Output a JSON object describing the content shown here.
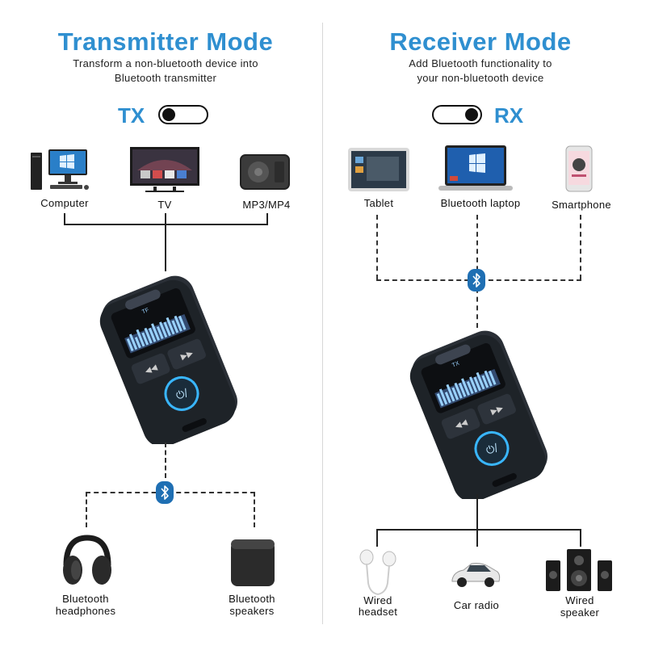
{
  "transmitter": {
    "title": "Transmitter Mode",
    "subtitle_line1": "Transform a non-bluetooth device into",
    "subtitle_line2": "Bluetooth transmitter",
    "mode_label": "TX",
    "sources": [
      {
        "label": "Computer",
        "icon": "desktop-computer-icon"
      },
      {
        "label": "TV",
        "icon": "tv-icon"
      },
      {
        "label": "MP3/MP4",
        "icon": "mp3-player-icon"
      }
    ],
    "outputs": [
      {
        "line1": "Bluetooth",
        "line2": "headphones",
        "icon": "headphones-icon"
      },
      {
        "line1": "Bluetooth",
        "line2": "speakers",
        "icon": "speaker-icon"
      }
    ]
  },
  "receiver": {
    "title": "Receiver Mode",
    "subtitle_line1": "Add Bluetooth functionality to",
    "subtitle_line2": "your non-bluetooth device",
    "mode_label": "RX",
    "sources": [
      {
        "label": "Tablet",
        "icon": "tablet-icon"
      },
      {
        "label": "Bluetooth laptop",
        "icon": "laptop-icon"
      },
      {
        "label": "Smartphone",
        "icon": "smartphone-icon"
      }
    ],
    "outputs": [
      {
        "line1": "Wired",
        "line2": "headset",
        "icon": "earphones-icon"
      },
      {
        "line1": "Car radio",
        "line2": "",
        "icon": "car-icon"
      },
      {
        "line1": "Wired",
        "line2": "speaker",
        "icon": "speaker-system-icon"
      }
    ]
  },
  "device_screen": {
    "tx_text": "TX",
    "tf_text": "TF"
  },
  "colors": {
    "accent": "#2f8fd0",
    "bluetooth_badge": "#1f6fb3",
    "device_body": "#2a2f36"
  }
}
